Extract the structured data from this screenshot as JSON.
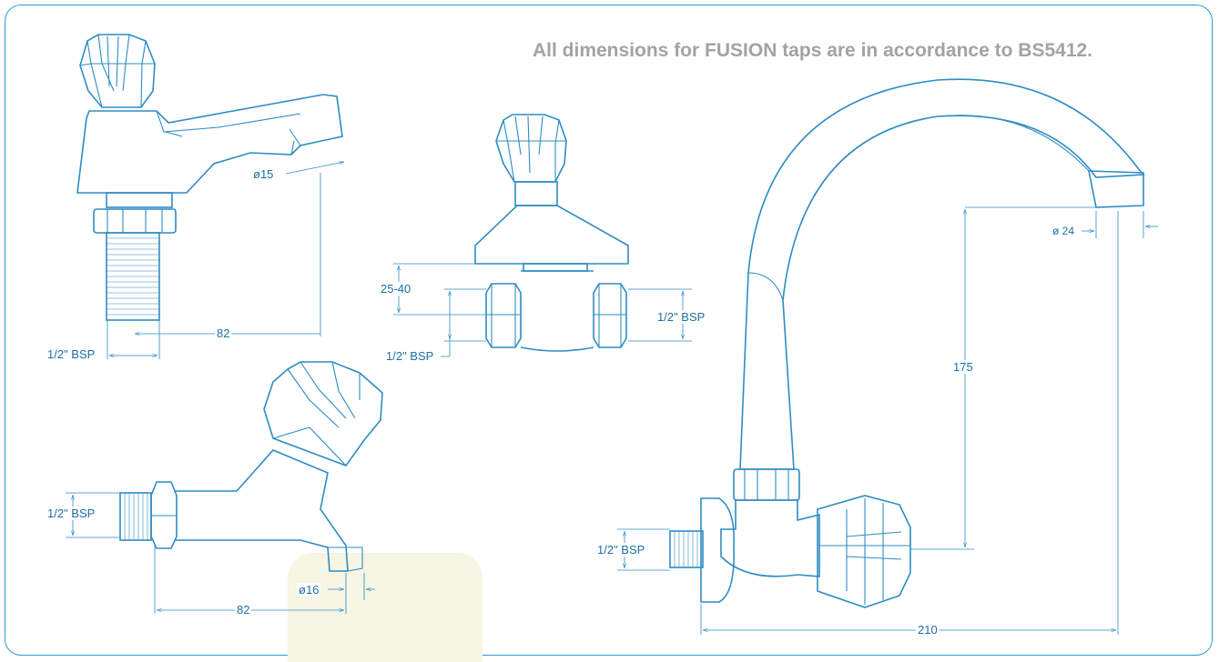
{
  "heading": "All dimensions for FUSION taps are in accordance to BS5412.",
  "accent_color": "#2e8cc3",
  "heading_color": "#a3a3a3",
  "highlight_color": "#f7f5e3",
  "dimensions": {
    "pillar_tap": {
      "diameter": "ø15",
      "reach": "82",
      "thread": "1/2\" BSP"
    },
    "stop_valve": {
      "depth": "25-40",
      "thread_left": "1/2\" BSP",
      "thread_right": "1/2\" BSP"
    },
    "bib_tap": {
      "thread": "1/2\" BSP",
      "reach": "82",
      "diameter": "ø16"
    },
    "sink_mixer": {
      "diameter": "ø 24",
      "height": "175",
      "thread": "1/2\" BSP",
      "reach": "210"
    }
  }
}
